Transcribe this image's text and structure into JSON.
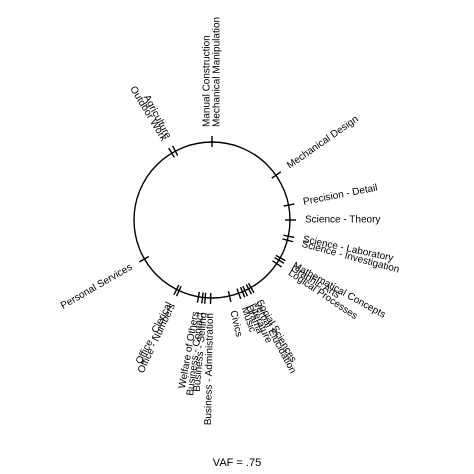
{
  "diagram": {
    "type": "circumplex",
    "stroke_color": "#000000",
    "background": "#ffffff",
    "caption": "VAF = .75",
    "items": [
      {
        "label": "Manual Construction",
        "angle_deg": 0
      },
      {
        "label": "Mechanical Manipulation",
        "angle_deg": 0
      },
      {
        "label": "Mechanical Design",
        "angle_deg": 55
      },
      {
        "label": "Precision - Detail",
        "angle_deg": 79
      },
      {
        "label": "Science - Theory",
        "angle_deg": 90
      },
      {
        "label": "Science - Laboratory",
        "angle_deg": 102
      },
      {
        "label": "Science - Investigation",
        "angle_deg": 105
      },
      {
        "label": "Mathematical Concepts",
        "angle_deg": 119
      },
      {
        "label": "Graphic Arts",
        "angle_deg": 121
      },
      {
        "label": "Logical Processes",
        "angle_deg": 124
      },
      {
        "label": "Social Sciences",
        "angle_deg": 150
      },
      {
        "label": "Verbal Elucidation",
        "angle_deg": 152
      },
      {
        "label": "Literature",
        "angle_deg": 155
      },
      {
        "label": "Drama",
        "angle_deg": 157
      },
      {
        "label": "Music",
        "angle_deg": 160
      },
      {
        "label": "Civics",
        "angle_deg": 167
      },
      {
        "label": "Business - Administration",
        "angle_deg": 181
      },
      {
        "label": "Business - Selling",
        "angle_deg": 185
      },
      {
        "label": "Business - Contact",
        "angle_deg": 187
      },
      {
        "label": "Welfare of Others",
        "angle_deg": 190
      },
      {
        "label": "Office - Numbers",
        "angle_deg": 205
      },
      {
        "label": "Office - Clerical",
        "angle_deg": 207
      },
      {
        "label": "Personal Services",
        "angle_deg": 240
      },
      {
        "label": "Outdoor Work",
        "angle_deg": 329
      },
      {
        "label": "Agriculture",
        "angle_deg": 332
      }
    ]
  }
}
